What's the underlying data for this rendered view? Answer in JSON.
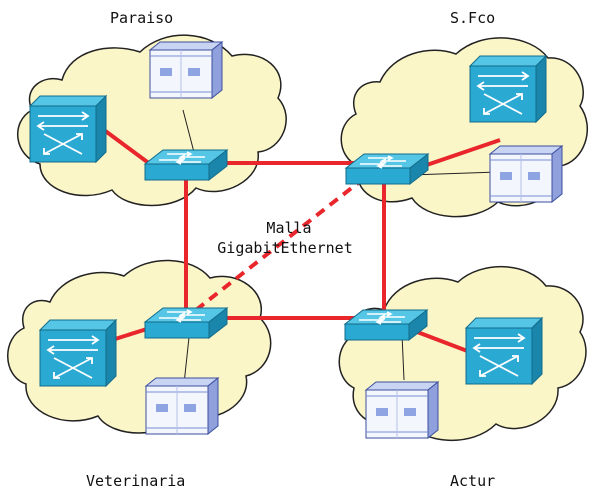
{
  "sites": [
    {
      "id": "paraiso",
      "label": "Paraiso"
    },
    {
      "id": "sfco",
      "label": "S.Fco"
    },
    {
      "id": "veterinaria",
      "label": "Veterinaria"
    },
    {
      "id": "actur",
      "label": "Actur"
    }
  ],
  "mesh": {
    "line1": "Malla",
    "line2": "GigabitEthernet"
  },
  "colors": {
    "cloud_fill": "#fbf6c8",
    "cloud_stroke": "#222222",
    "link": "#e8262b",
    "device_top": "#38b6d8",
    "device_side": "#1d8db2",
    "server_body": "#eaf0fb",
    "server_accent": "#7b8fd6"
  },
  "icons": [
    "cloud-shape",
    "layer3-switch-icon",
    "layer2-switch-icon",
    "server-rack-icon"
  ]
}
